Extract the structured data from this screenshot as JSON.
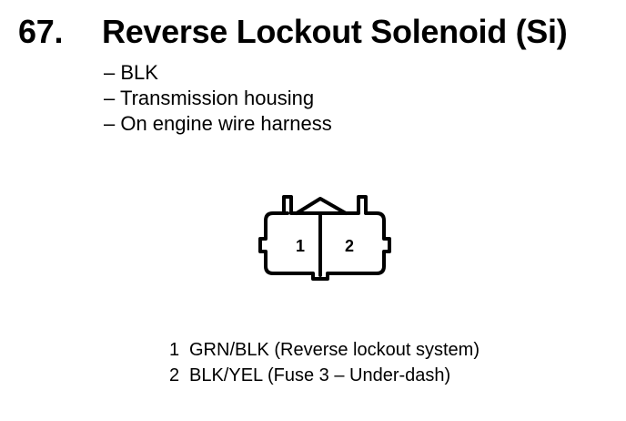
{
  "heading": {
    "number": "67.",
    "title": "Reverse Lockout Solenoid (Si)"
  },
  "details": [
    "– BLK",
    "– Transmission housing",
    "– On engine wire harness"
  ],
  "connector": {
    "terminals": [
      "1",
      "2"
    ]
  },
  "pins": [
    {
      "number": "1",
      "description": "GRN/BLK (Reverse lockout system)"
    },
    {
      "number": "2",
      "description": "BLK/YEL (Fuse 3 – Under-dash)"
    }
  ]
}
